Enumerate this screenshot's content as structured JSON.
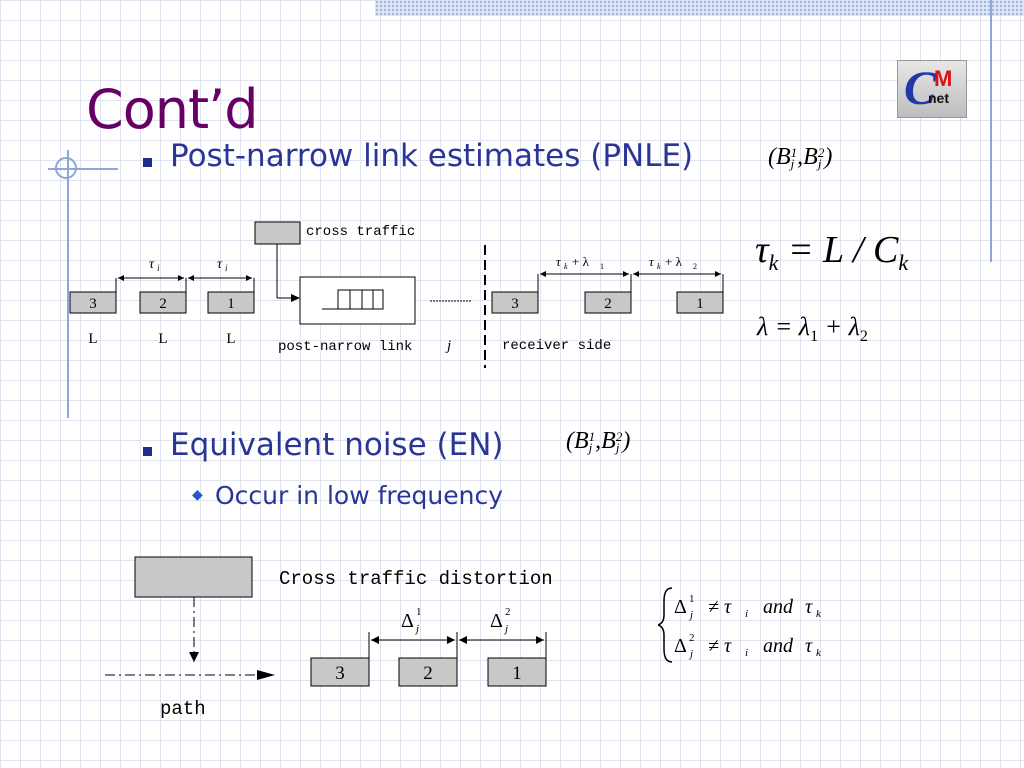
{
  "slide": {
    "title": "Cont’d",
    "bullets": [
      {
        "text": "Post-narrow link estimates (PNLE)"
      },
      {
        "text": "Equivalent noise (EN)"
      }
    ],
    "sub_bullets": [
      {
        "text": "Occur in low frequency"
      }
    ]
  },
  "logo": {
    "c": "C",
    "m": "M",
    "net": "net"
  },
  "formulas": {
    "pnle_pair": {
      "open": "(",
      "b1": "B",
      "sup1": "1",
      "sub1": "j",
      "comma": ",",
      "b2": "B",
      "sup2": "2",
      "sub2": "j",
      "close": ")"
    },
    "en_pair": {
      "open": "(",
      "b1": "B",
      "sup1": "1",
      "sub1": "j",
      "comma": ",",
      "b2": "B",
      "sup2": "2",
      "sub2": "j",
      "close": ")"
    },
    "tau_k": {
      "tau": "τ",
      "k": "k",
      "rhs": "= L / C",
      "ck": "k"
    },
    "lambda": {
      "lhs": "λ = λ",
      "s1": "1",
      "plus": "+ λ",
      "s2": "2"
    },
    "delta1": {
      "delta": "Δ",
      "sup": "1",
      "sub": "j",
      "rest": "≠ τ",
      "i": "i",
      "and": "and",
      "tau": "τ",
      "k": "k"
    },
    "delta2": {
      "delta": "Δ",
      "sup": "2",
      "sub": "j",
      "rest": "≠ τ",
      "i": "i",
      "and": "and",
      "tau": "τ",
      "k": "k"
    }
  },
  "diagram_top": {
    "cross_traffic": "cross traffic",
    "packets_left": [
      "3",
      "2",
      "1"
    ],
    "packet_sizes": [
      "L",
      "L",
      "L"
    ],
    "tau_i": "τ",
    "tau_i_sub": "i",
    "post_narrow_link": "post-narrow link",
    "link_j": "j",
    "receiver_side": "receiver side",
    "packets_right": [
      "3",
      "2",
      "1"
    ],
    "gap1": {
      "tau": "τ",
      "k": "k",
      "plus": "+ λ",
      "s": "1"
    },
    "gap2": {
      "tau": "τ",
      "k": "k",
      "plus": "+ λ",
      "s": "2"
    }
  },
  "diagram_bottom": {
    "distortion_label": "Cross traffic distortion",
    "packets": [
      "3",
      "2",
      "1"
    ],
    "delta": "Δ",
    "d1_sup": "1",
    "d2_sup": "2",
    "sub": "j",
    "path": "path"
  }
}
